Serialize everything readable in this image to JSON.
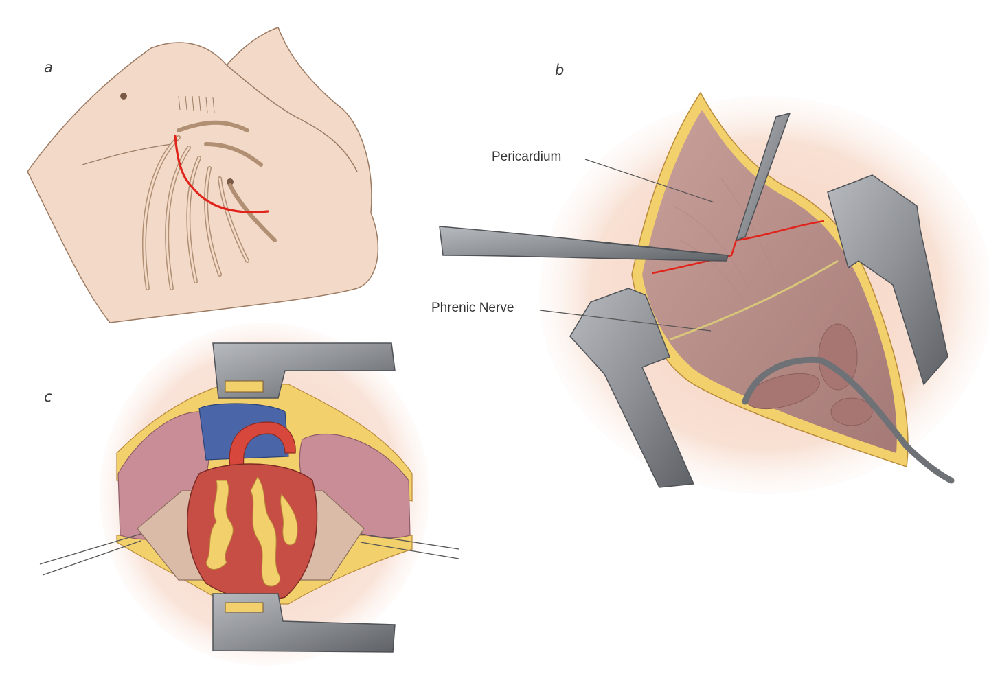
{
  "panels": {
    "a": {
      "letter": "a"
    },
    "b": {
      "letter": "b"
    },
    "c": {
      "letter": "c"
    }
  },
  "labels": {
    "pericardium": "Pericardium",
    "phrenic_nerve": "Phrenic Nerve"
  },
  "colors": {
    "skin": "#f3d9c8",
    "skin_line": "#9b7b63",
    "incision": "#e0241b",
    "retractor": "#8e9196",
    "retractor_dark": "#5e6166",
    "fat": "#f2d06b",
    "tissue": "#b98a86",
    "heart": "#c74e45",
    "vein": "#4a66a8",
    "aorta": "#d8473b",
    "lung": "#c98d98",
    "nerve": "#d8c77a"
  }
}
